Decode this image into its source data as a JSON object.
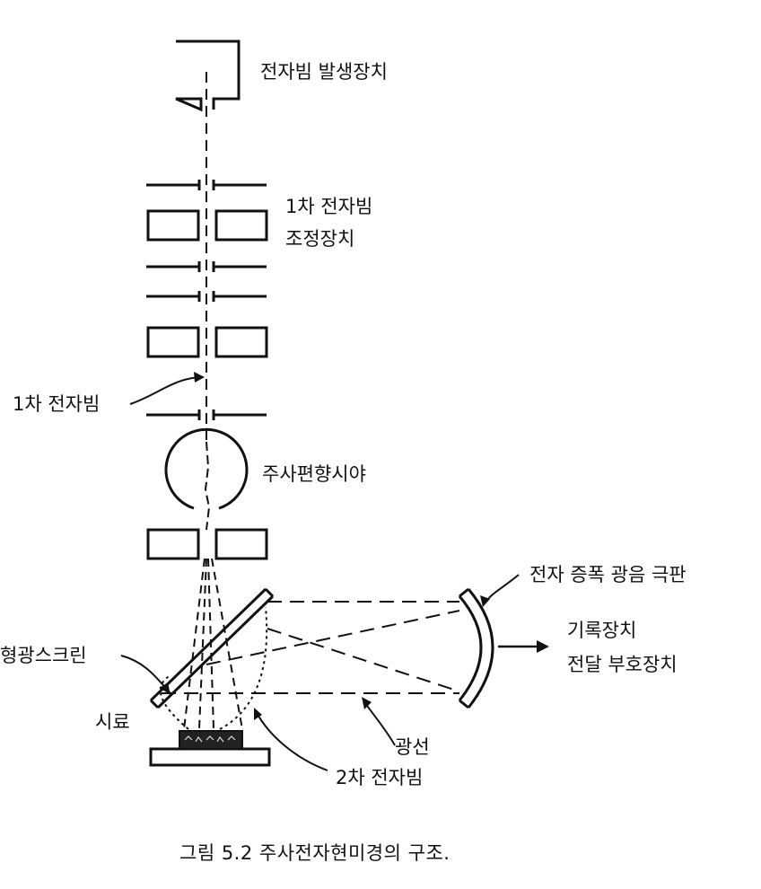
{
  "labels": {
    "electron_gun": "전자빔 발생장치",
    "primary_beam_control_line1": "1차 전자빔",
    "primary_beam_control_line2": "조정장치",
    "primary_beam": "1차 전자빔",
    "scan_deflection": "주사편향시야",
    "photomultiplier": "전자 증폭 광음 극판",
    "recorder_line1": "기록장치",
    "recorder_line2": "전달 부호장치",
    "fluorescent_screen": "형광스크린",
    "specimen": "시료",
    "light_ray": "광선",
    "secondary_beam": "2차 전자빔"
  },
  "caption": "그림 5.2  주사전자현미경의 구조."
}
